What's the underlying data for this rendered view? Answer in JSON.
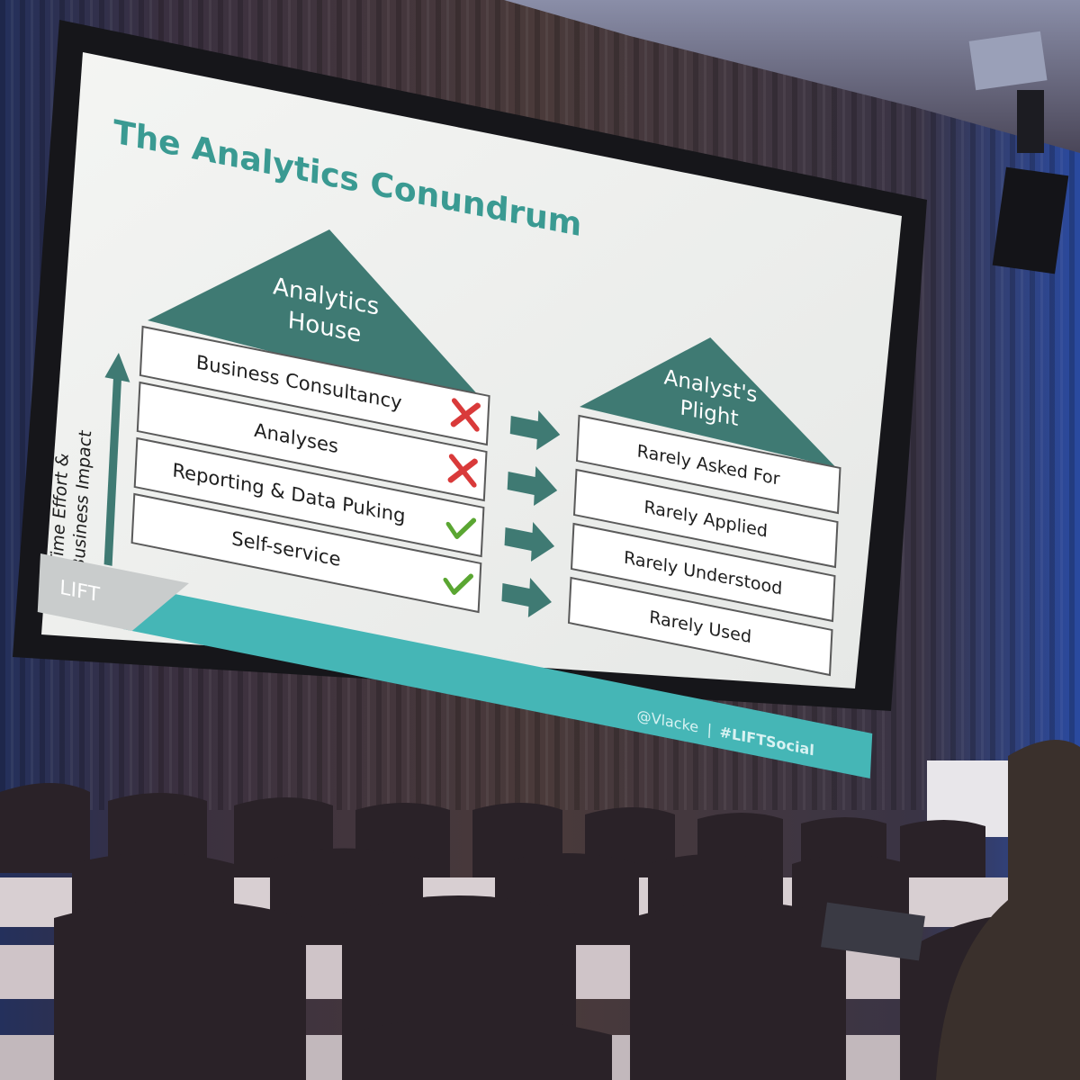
{
  "slide": {
    "title": "The Analytics Conundrum",
    "house_left": {
      "roof_line1": "Analytics",
      "roof_line2": "House",
      "rows": [
        {
          "label": "Business Consultancy",
          "mark": "cross-icon"
        },
        {
          "label": "Analyses",
          "mark": "cross-icon"
        },
        {
          "label": "Reporting & Data Puking",
          "mark": "check-icon"
        },
        {
          "label": "Self-service",
          "mark": "check-icon"
        }
      ]
    },
    "axis": {
      "line1": "Time  Effort &",
      "line2": "Business Impact"
    },
    "house_right": {
      "roof_line1": "Analyst's",
      "roof_line2": "Plight",
      "rows": [
        "Rarely Asked For",
        "Rarely Applied",
        "Rarely Understood",
        "Rarely Used"
      ]
    },
    "footer": {
      "logo": "LIFT",
      "handle": "@Vlacke",
      "separator": "|",
      "hashtag": "#LIFTSocial"
    },
    "colors": {
      "teal": "#3f7a73",
      "title_teal": "#3a9a92",
      "footer_teal": "#45b6b6",
      "cross": "#d93a3a",
      "check": "#5aa632"
    }
  }
}
